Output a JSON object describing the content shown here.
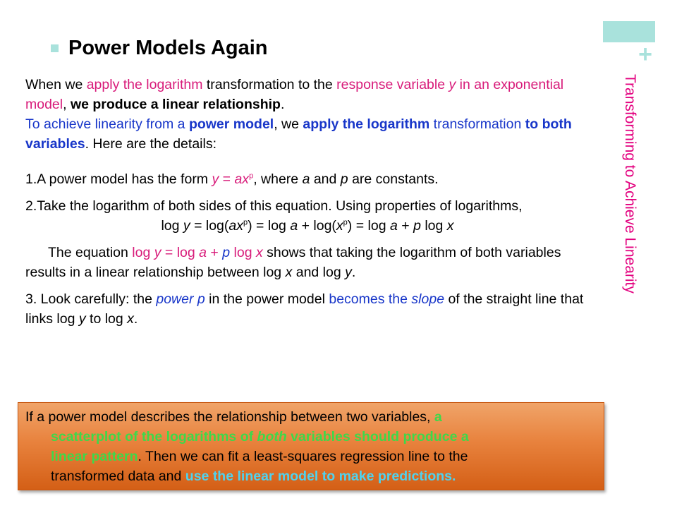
{
  "slide": {
    "title": "Power Models Again",
    "side_title": "Transforming to Achieve Linearity",
    "plus_glyph": "+"
  },
  "para1": {
    "t1": "When we ",
    "t2": "apply the logarithm",
    "t3": " transformation to the ",
    "t4": "response variable ",
    "t5": "y",
    "t6": " in an exponential model",
    "t7": ", ",
    "t8": "we produce a linear relationship",
    "t9": "."
  },
  "para2": {
    "t1": "To achieve linearity from a ",
    "t2": "power model",
    "t3": ", we ",
    "t4": "apply the logarithm",
    "t5": " transformation ",
    "t6": "to both variables",
    "t7": ". Here are the details:"
  },
  "step1": {
    "t1": "1.A power model has the form ",
    "t2": "y",
    "t3": " = ",
    "t4": "ax",
    "t5": "p",
    "t6": ", where ",
    "t7": "a",
    "t8": " and ",
    "t9": "p",
    "t10": " are constants."
  },
  "step2": {
    "text": "2.Take the logarithm of both sides of this equation. Using properties of logarithms,"
  },
  "equation": {
    "t1": "log ",
    "t2": "y",
    "t3": " = log(",
    "t4": "ax",
    "t5": "p",
    "t6": ") = log ",
    "t7": "a",
    "t8": " + log(",
    "t9": "x",
    "t10": "p",
    "t11": ") = log ",
    "t12": "a",
    "t13": " + ",
    "t14": "p",
    "t15": " log ",
    "t16": "x"
  },
  "explain": {
    "t1": "The equation ",
    "t2": "log ",
    "t3": "y",
    "t4": " = log ",
    "t5": "a",
    "t6": " + ",
    "t7": "p",
    "t8": " log ",
    "t9": "x",
    "t10": " shows that taking the logarithm of both variables results in a linear relationship between log ",
    "t11": "x",
    "t12": " and log ",
    "t13": "y",
    "t14": "."
  },
  "step3": {
    "t1": "3. Look carefully: the ",
    "t2": "power p",
    "t3": " in the power model ",
    "t4": "becomes the ",
    "t5": "slope",
    "t6": " of the straight line that links log ",
    "t7": "y",
    "t8": " to log ",
    "t9": "x",
    "t10": "."
  },
  "callout": {
    "l1a": "If a power model describes the relationship between two variables, ",
    "l1b": "a",
    "l2a": "scatterplot of the logarithms of ",
    "l2b": "both",
    "l2c": " variables should produce a",
    "l3a": "linear pattern",
    "l3b": ". Then we can fit a least-squares regression line to the",
    "l4a": "transformed data and ",
    "l4b": "use the linear model to make predictions."
  },
  "colors": {
    "accent_teal": "#a9e2dc",
    "pink": "#d81b7a",
    "blue": "#1836c9",
    "callout_orange": "#e8823d",
    "green": "#3dd94a",
    "cyan": "#4fd2ee"
  }
}
